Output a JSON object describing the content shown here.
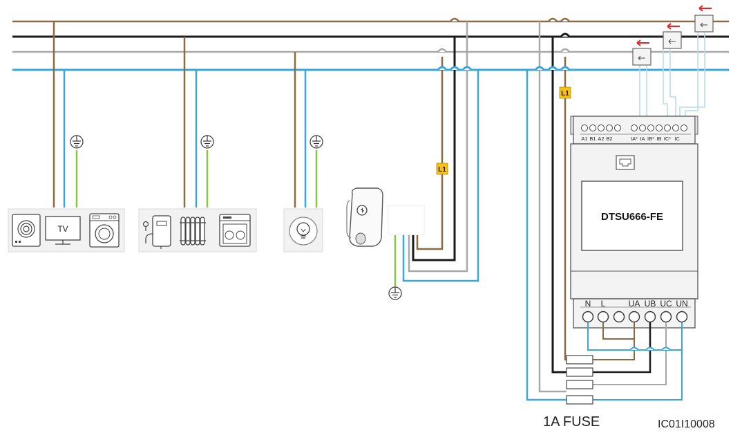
{
  "colors": {
    "brown": "#8b6c42",
    "black": "#1a1a1a",
    "grey": "#a8a8a8",
    "blue": "#3ba6dc",
    "ground": "#8cc63f",
    "l1_tag": "#f4c21a",
    "ct_arrow": "#e0262a"
  },
  "meter": {
    "model": "DTSU666-FE",
    "top_terminals": [
      "A1",
      "B1",
      "A2",
      "B2",
      "",
      "IA*",
      "IA",
      "IB*",
      "IB",
      "IC*",
      "IC"
    ],
    "bottom_terminals": [
      "N",
      "L",
      "",
      "UA",
      "UB",
      "UC",
      "UN"
    ],
    "port_icon": "ethernet-port-icon"
  },
  "wire_tags": {
    "charger_l1": "L1",
    "fuse_l1": "L1"
  },
  "appliances": {
    "group1": [
      {
        "icon": "induction-hob-icon"
      },
      {
        "icon": "tv-icon",
        "label": "TV"
      },
      {
        "icon": "washing-machine-icon"
      }
    ],
    "group2": [
      {
        "icon": "water-heater-icon"
      },
      {
        "icon": "radiator-icon"
      },
      {
        "icon": "dishwasher-icon"
      }
    ],
    "group3": [
      {
        "icon": "lamp-icon"
      }
    ],
    "charger": {
      "icon": "ev-charger-icon"
    }
  },
  "fuse_label": "1A FUSE",
  "figure_code": "IC01I10008"
}
